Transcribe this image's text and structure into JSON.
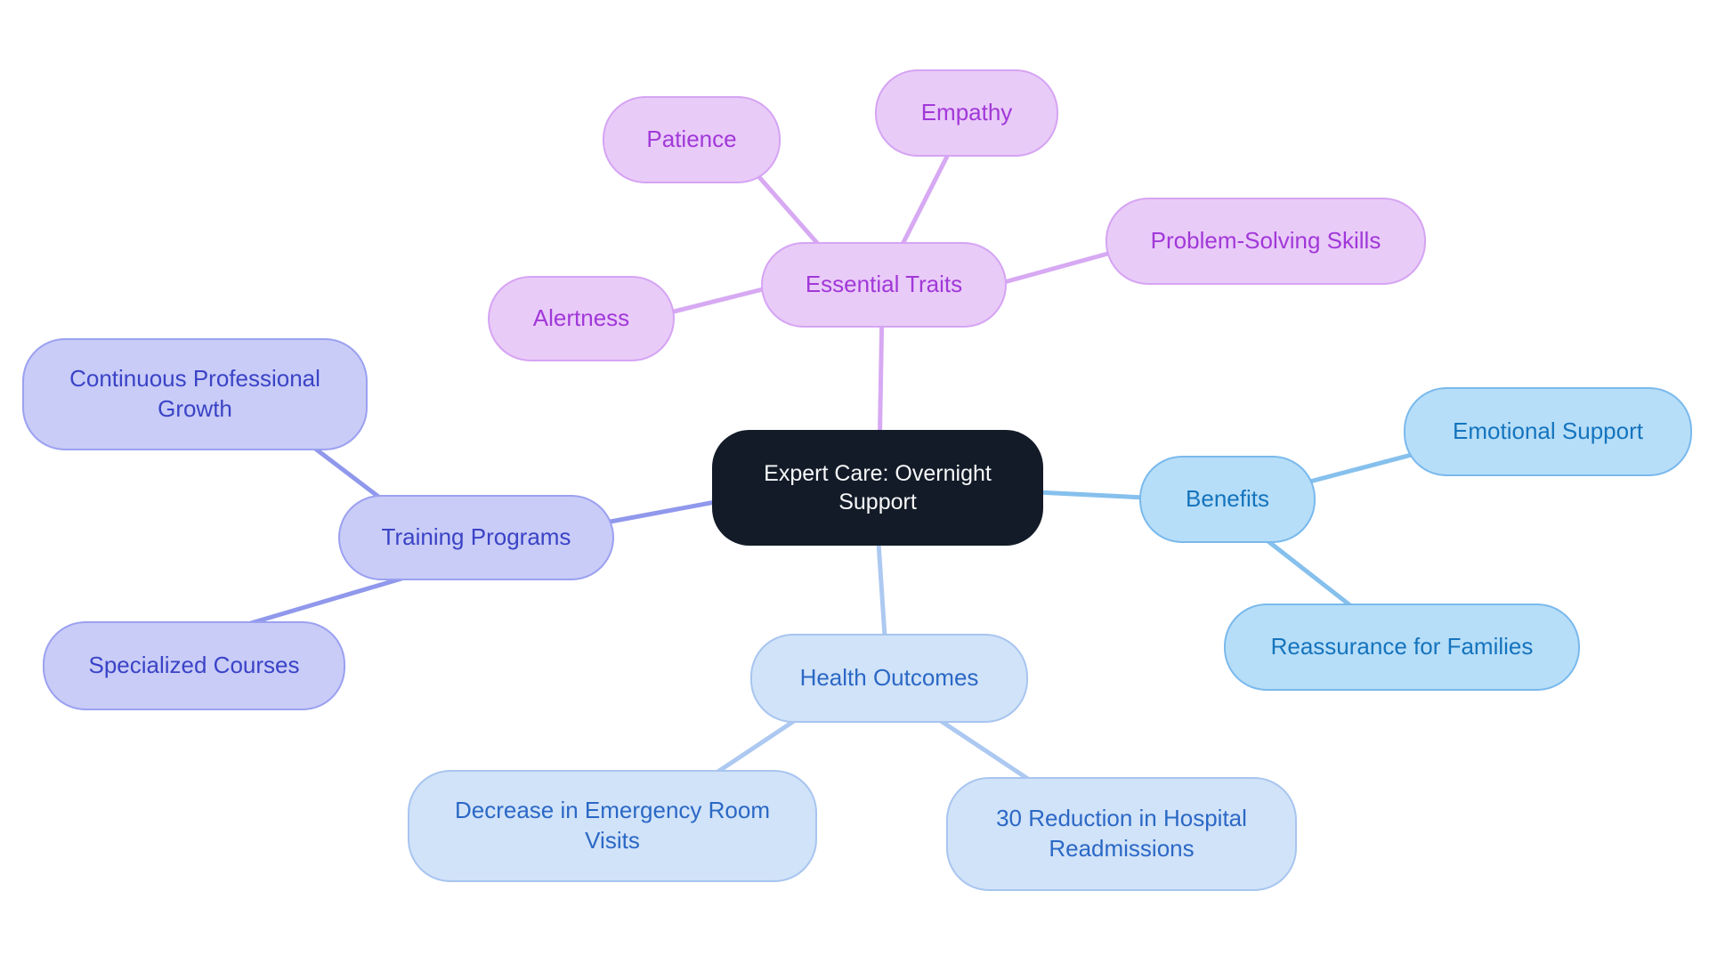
{
  "canvas": {
    "background": "#ffffff"
  },
  "root": {
    "label": "Expert Care: Overnight Support",
    "fill": "#131b28",
    "text_color": "#f7f8f9"
  },
  "branches": [
    {
      "name": "essential-traits",
      "label": "Essential Traits",
      "fill": "#e9cbf8",
      "border": "#d5a4f3",
      "text_color": "#a138d8",
      "edge_color": "#d7a9f3",
      "children": [
        {
          "label": "Patience"
        },
        {
          "label": "Empathy"
        },
        {
          "label": "Alertness"
        },
        {
          "label": "Problem-Solving Skills"
        }
      ]
    },
    {
      "name": "training-programs",
      "label": "Training Programs",
      "fill": "#c9ccf7",
      "border": "#9ba1f0",
      "text_color": "#3a43c6",
      "edge_color": "#9098ec",
      "children": [
        {
          "label": "Continuous Professional Growth"
        },
        {
          "label": "Specialized Courses"
        }
      ]
    },
    {
      "name": "benefits",
      "label": "Benefits",
      "fill": "#b7def8",
      "border": "#7ab9ec",
      "text_color": "#1574bd",
      "edge_color": "#86c0ed",
      "children": [
        {
          "label": "Emotional Support"
        },
        {
          "label": "Reassurance for Families"
        }
      ]
    },
    {
      "name": "health-outcomes",
      "label": "Health Outcomes",
      "fill": "#d1e3f8",
      "border": "#a8c5f0",
      "text_color": "#2b68c6",
      "edge_color": "#adc9f1",
      "children": [
        {
          "label": "Decrease in Emergency Room Visits"
        },
        {
          "label": "30 Reduction in Hospital Readmissions"
        }
      ]
    }
  ]
}
